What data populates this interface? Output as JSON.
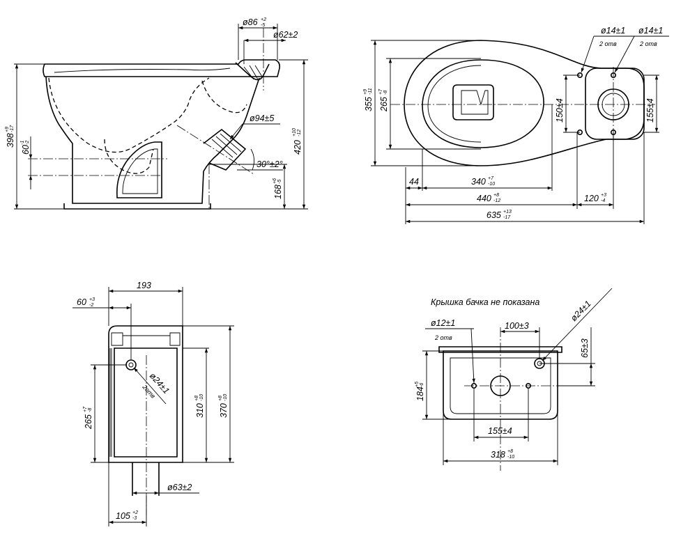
{
  "view_side": {
    "d86": "ø86",
    "d86_tol_up": "+2",
    "d86_tol_dn": "-5",
    "d62": "ø62±2",
    "d94": "ø94±5",
    "angle": "30°±2°",
    "h398": "398",
    "h398_tol_up": "+9",
    "h398_tol_dn": "-17",
    "h60": "60",
    "h60_tol_up": "-1",
    "h60_tol_dn": "-2",
    "h420": "420",
    "h420_tol_up": "+10",
    "h420_tol_dn": "-12",
    "h168": "168",
    "h168_tol_up": "+6",
    "h168_tol_dn": "-5"
  },
  "view_top": {
    "d14_left": "ø14±1",
    "holes_left": "2 отв",
    "d14_right": "ø14±1",
    "holes_right": "2 отв",
    "h355": "355",
    "h355_tol_up": "+9",
    "h355_tol_dn": "-11",
    "h265": "265",
    "h265_tol_up": "+7",
    "h265_tol_dn": "-8",
    "h150": "150±4",
    "h155": "155±4",
    "w44": "44",
    "w340": "340",
    "w340_tol_up": "+7",
    "w340_tol_dn": "-10",
    "w440": "440",
    "w440_tol_up": "+8",
    "w440_tol_dn": "-12",
    "w120": "120",
    "w120_tol_up": "+3",
    "w120_tol_dn": "-4",
    "w635": "635",
    "w635_tol_up": "+13",
    "w635_tol_dn": "-17"
  },
  "view_tank_side": {
    "w193": "193",
    "w60": "60",
    "w60_tol_up": "+3",
    "w60_tol_dn": "-2",
    "d24": "ø24±1",
    "holes": "2отв",
    "h265": "265",
    "h265_tol_up": "+7",
    "h265_tol_dn": "-8",
    "h310": "310",
    "h310_tol_up": "+8",
    "h310_tol_dn": "-10",
    "h370": "370",
    "h370_tol_up": "+8",
    "h370_tol_dn": "-10",
    "d63": "ø63±2",
    "w105": "105",
    "w105_tol_up": "+2",
    "w105_tol_dn": "-3"
  },
  "view_tank_front": {
    "caption": "Крышка бачка не показана",
    "d12": "ø12±1",
    "holes": "2 отв",
    "w100": "100±3",
    "d24": "ø24±1",
    "h65": "65±3",
    "h184": "184",
    "h184_tol_up": "+5",
    "h184_tol_dn": "-6",
    "w155": "155±4",
    "w318": "318",
    "w318_tol_up": "+8",
    "w318_tol_dn": "-10"
  }
}
